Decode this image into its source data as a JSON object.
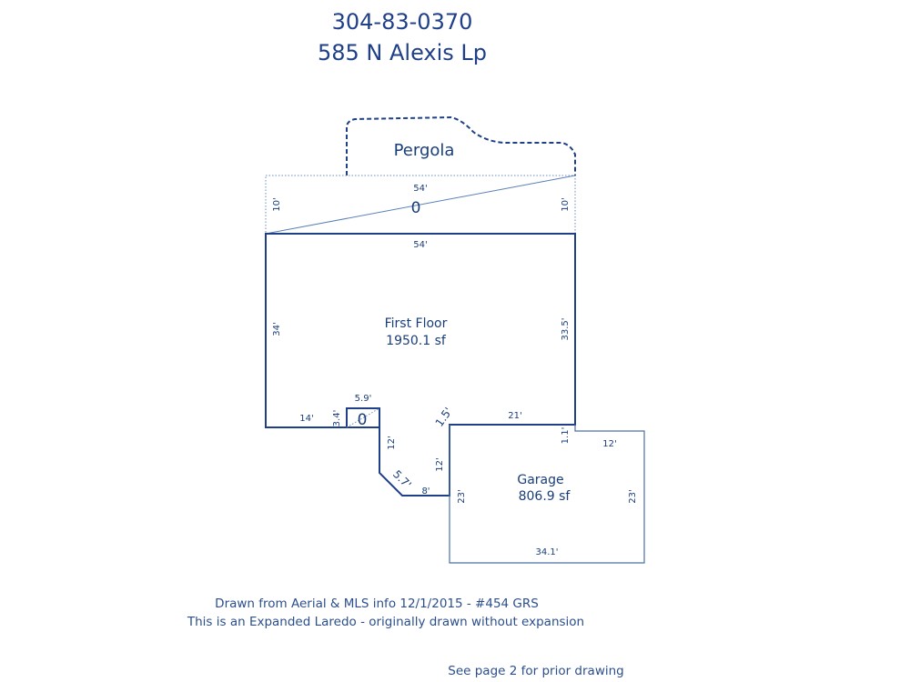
{
  "header": {
    "parcel_id": "304-83-0370",
    "address": "585 N Alexis Lp"
  },
  "areas": {
    "pergola": {
      "label": "Pergola"
    },
    "patio": {
      "marker": "0"
    },
    "first_floor": {
      "name": "First Floor",
      "area": "1950.1 sf"
    },
    "porch": {
      "marker": "0"
    },
    "garage": {
      "name": "Garage",
      "area": "806.9 sf"
    }
  },
  "dimensions": {
    "patio_top": "54'",
    "patio_left": "10'",
    "patio_right": "10'",
    "floor_top": "54'",
    "floor_left": "34'",
    "floor_right": "33.5'",
    "floor_bottom_left": "14'",
    "porch_top": "5.9'",
    "porch_side": "3.4'",
    "jog_left": "12'",
    "jog_diagonal_top": "1.5'",
    "jog_diagonal_bottom": "5.7'",
    "jog_bottom": "8'",
    "jog_right": "12'",
    "garage_top_left": "21'",
    "garage_notch": "1.1'",
    "garage_top_right": "12'",
    "garage_left": "23'",
    "garage_right": "23'",
    "garage_bottom": "34.1'"
  },
  "notes": {
    "line1": "Drawn from Aerial & MLS info 12/1/2015 - #454 GRS",
    "line2": "This is an Expanded Laredo - originally drawn without expansion",
    "see_page": "See page 2 for prior drawing"
  }
}
